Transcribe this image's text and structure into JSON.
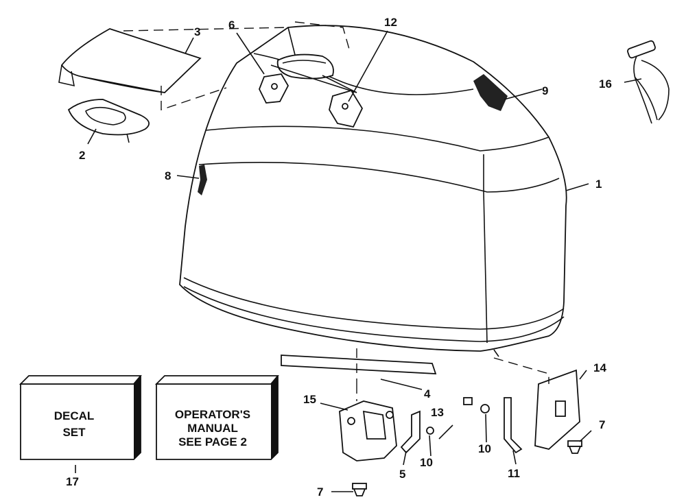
{
  "boxes": {
    "decal": {
      "line1": "DECAL",
      "line2": "SET"
    },
    "manual": {
      "line1": "OPERATOR'S",
      "line2": "MANUAL",
      "line3": "SEE PAGE 2"
    }
  },
  "callouts": {
    "c1": "1",
    "c2": "2",
    "c3": "3",
    "c4": "4",
    "c5": "5",
    "c6": "6",
    "c7a": "7",
    "c7b": "7",
    "c8": "8",
    "c9": "9",
    "c10a": "10",
    "c10b": "10",
    "c11": "11",
    "c12": "12",
    "c13": "13",
    "c14": "14",
    "c15": "15",
    "c16": "16",
    "c17": "17"
  }
}
